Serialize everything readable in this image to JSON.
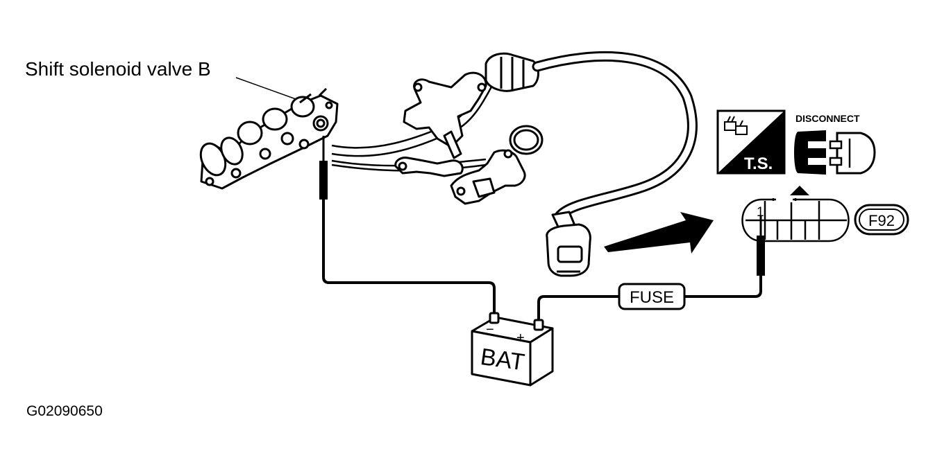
{
  "diagram": {
    "callout_label": "Shift solenoid valve B",
    "figure_id": "G02090650",
    "battery_label": "BAT",
    "battery_neg_symbol": "−",
    "battery_pos_symbol": "+",
    "fuse_label": "FUSE",
    "connector_id": "F92",
    "terminal_number": "1",
    "ts_icon_label": "T.S.",
    "disconnect_label": "DISCONNECT"
  },
  "colors": {
    "ink": "#000000",
    "paper": "#ffffff"
  }
}
